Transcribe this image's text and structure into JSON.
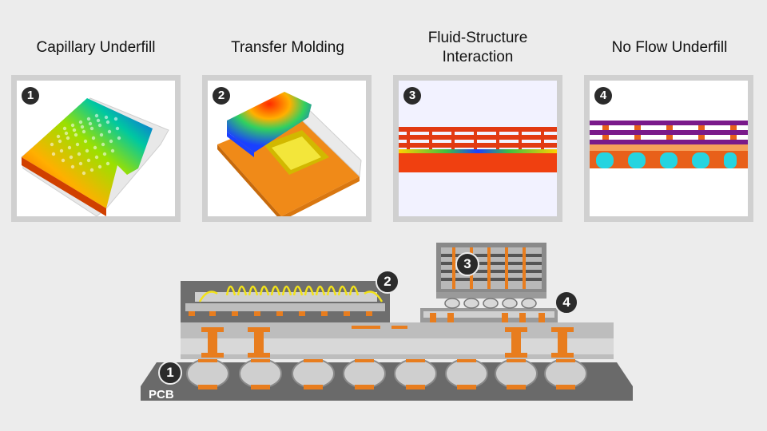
{
  "titles": [
    "Capillary Underfill",
    "Transfer Molding",
    "Fluid-Structure\nInteraction",
    "No Flow Underfill"
  ],
  "panels": [
    {
      "number": "1"
    },
    {
      "number": "2"
    },
    {
      "number": "3"
    },
    {
      "number": "4"
    }
  ],
  "diagram": {
    "pcb_label": "PCB",
    "callouts": [
      "1",
      "2",
      "3",
      "4"
    ]
  },
  "colors": {
    "background": "#ececec",
    "solder": "#e87d1e",
    "wire": "#f2e21a",
    "substrate": "#bdbdbd",
    "pcb": "#6a6a6a"
  }
}
